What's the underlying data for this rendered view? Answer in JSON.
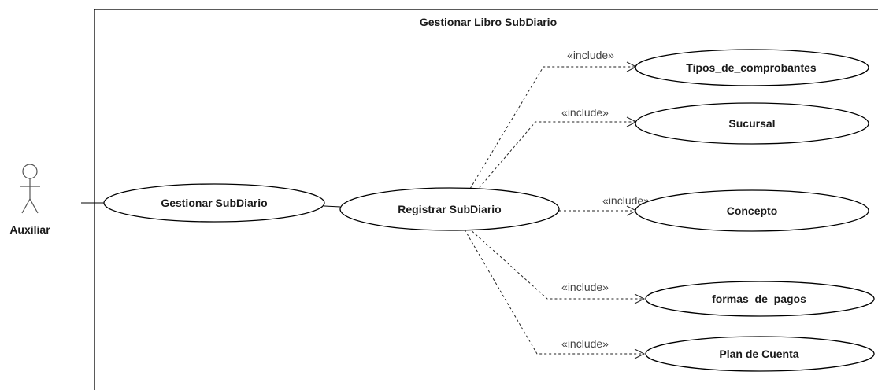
{
  "system": {
    "title": "Gestionar Libro SubDiario"
  },
  "actor": {
    "name": "Auxiliar",
    "icon": "stick-figure-icon"
  },
  "use_cases": {
    "gestionar": "Gestionar SubDiario",
    "registrar": "Registrar SubDiario",
    "tipos": "Tipos_de_comprobantes",
    "sucursal": "Sucursal",
    "concepto": "Concepto",
    "formas": "formas_de_pagos",
    "plan": "Plan de Cuenta"
  },
  "relations": {
    "include_tipos": "«include»",
    "include_sucursal": "«include»",
    "include_concepto": "«include»",
    "include_formas": "«include»",
    "include_plan": "«include»"
  }
}
